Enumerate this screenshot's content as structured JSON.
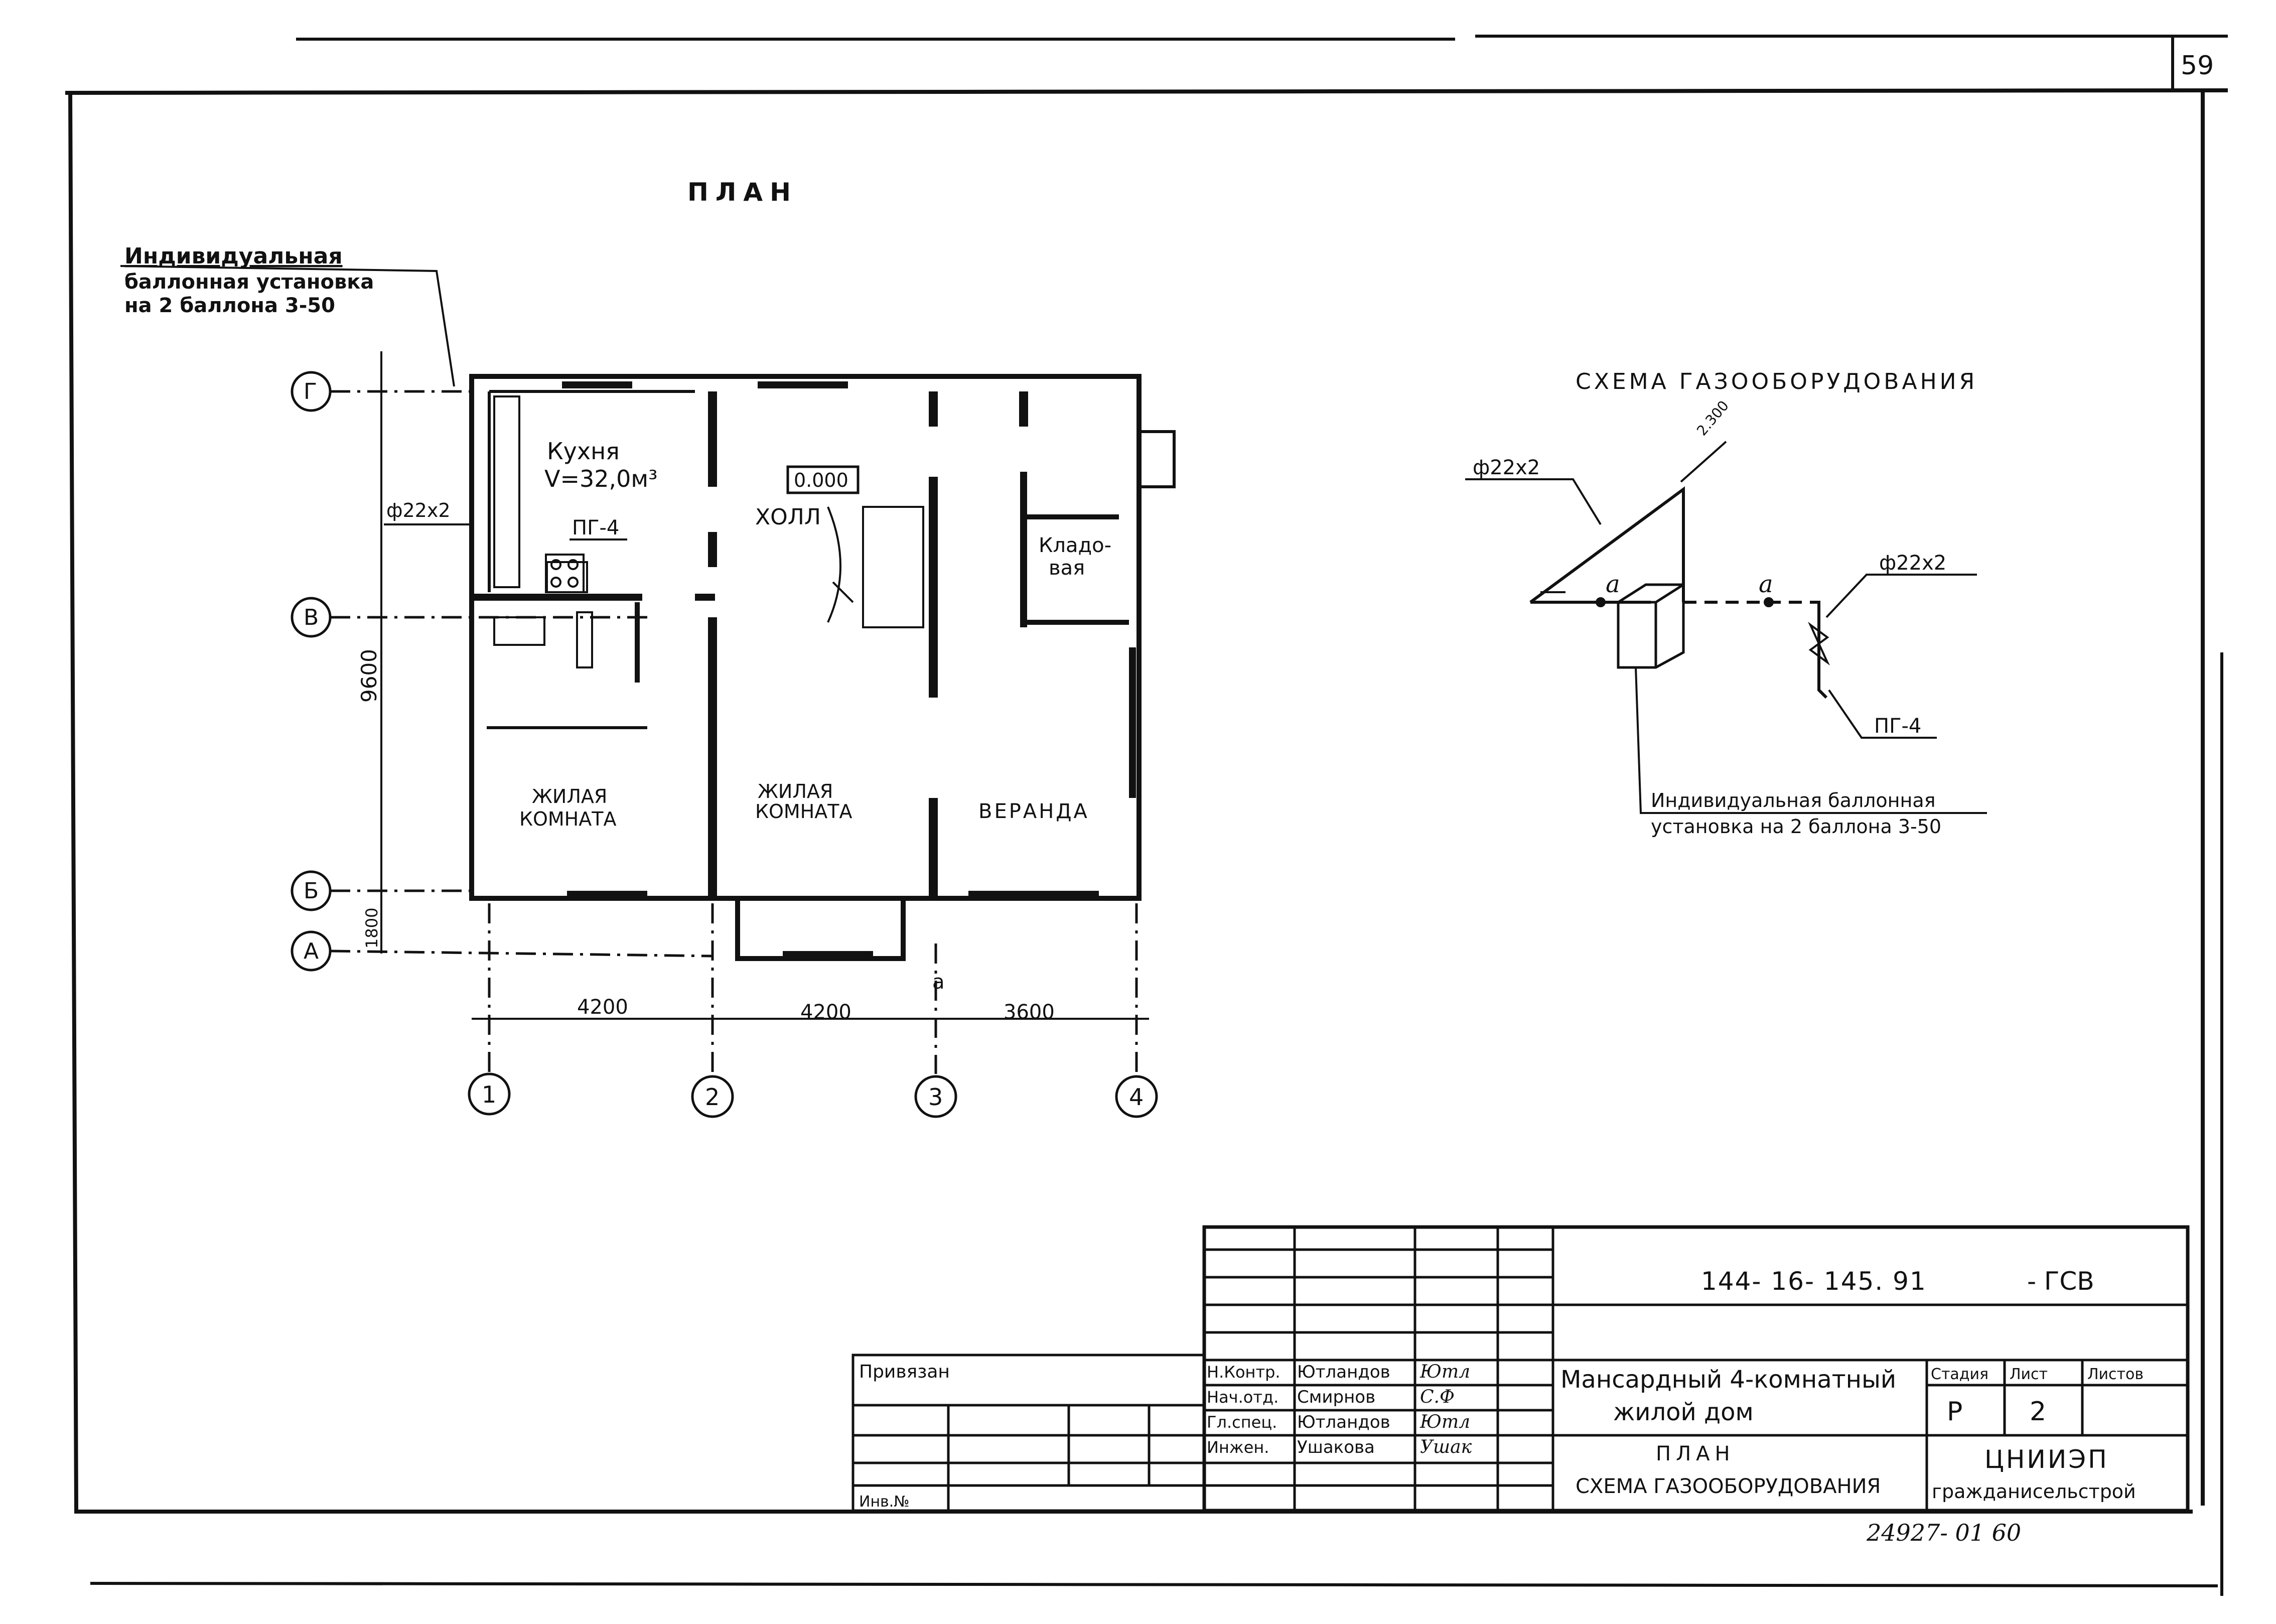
{
  "page_number": "59",
  "plan": {
    "title": "ПЛАН",
    "callout": {
      "line1": "Индивидуальная",
      "line2": "баллонная установка",
      "line3": "на 2 баллона 3-50"
    },
    "pipe_label": "ф22х2",
    "rooms": {
      "kitchen": "Кухня",
      "kitchen_volume": "V=32,0м³",
      "stove": "ПГ-4",
      "level": "0.000",
      "hall": "ХОЛЛ",
      "storage_1": "Кладо-",
      "storage_2": "вая",
      "living_left_1": "ЖИЛАЯ",
      "living_left_2": "КОМНАТА",
      "living_mid_1": "ЖИЛАЯ",
      "living_mid_2": "КОМНАТА",
      "veranda": "ВЕРАНДА"
    },
    "axes_rows": [
      "Г",
      "В",
      "Б",
      "А"
    ],
    "axes_cols": [
      "1",
      "2",
      "3",
      "4"
    ],
    "dim_vertical": "9600",
    "dim_small": "1800",
    "dims_horizontal": [
      "4200",
      "4200",
      "3600"
    ],
    "dim_a": "а"
  },
  "scheme": {
    "title": "СХЕМА ГАЗООБОРУДОВАНИЯ",
    "pipe_1": "ф22х2",
    "pipe_2": "ф22х2",
    "height": "2.300",
    "node_a1": "а",
    "node_a2": "а",
    "stove": "ПГ-4",
    "install_1": "Индивидуальная баллонная",
    "install_2": "установка на 2 баллона 3-50"
  },
  "titleblock": {
    "code": "144- 16- 145. 91",
    "suffix": "- ГСВ",
    "privyazan": "Привязан",
    "inv": "Инв.№",
    "roles": [
      "Н.Контр.",
      "Нач.отд.",
      "Гл.спец.",
      "Инжен."
    ],
    "names": [
      "Ютландов",
      "Смирнов",
      "Ютландов",
      "Ушакова"
    ],
    "signatures": [
      "Ютл",
      "С.Ф",
      "Ютл",
      "Ушак"
    ],
    "project_1": "Мансардный 4-комнатный",
    "project_2": "жилой дом",
    "sheet_1": "ПЛАН",
    "sheet_2": "СХЕМА ГАЗООБОРУДОВАНИЯ",
    "stage_label": "Стадия",
    "list_label": "Лист",
    "lists_label": "Листов",
    "stage": "Р",
    "list": "2",
    "org_1": "ЦНИИЭП",
    "org_2": "гражданисельстрой",
    "archive": "24927- 01 60"
  }
}
